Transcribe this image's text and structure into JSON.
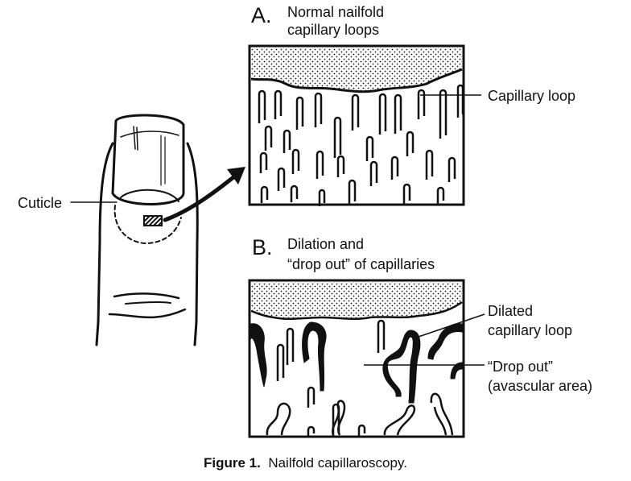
{
  "figure": {
    "caption_label": "Figure 1.",
    "caption_text": "Nailfold capillaroscopy."
  },
  "finger": {
    "cuticle_label": "Cuticle"
  },
  "panel_a": {
    "letter": "A.",
    "title_line1": "Normal nailfold",
    "title_line2": "capillary loops",
    "callout_label": "Capillary loop"
  },
  "panel_b": {
    "letter": "B.",
    "title_line1": "Dilation and",
    "title_line2": "“drop out” of capillaries",
    "callout1_line1": "Dilated",
    "callout1_line2": "capillary loop",
    "callout2_line1": "“Drop out”",
    "callout2_line2": "(avascular area)"
  }
}
